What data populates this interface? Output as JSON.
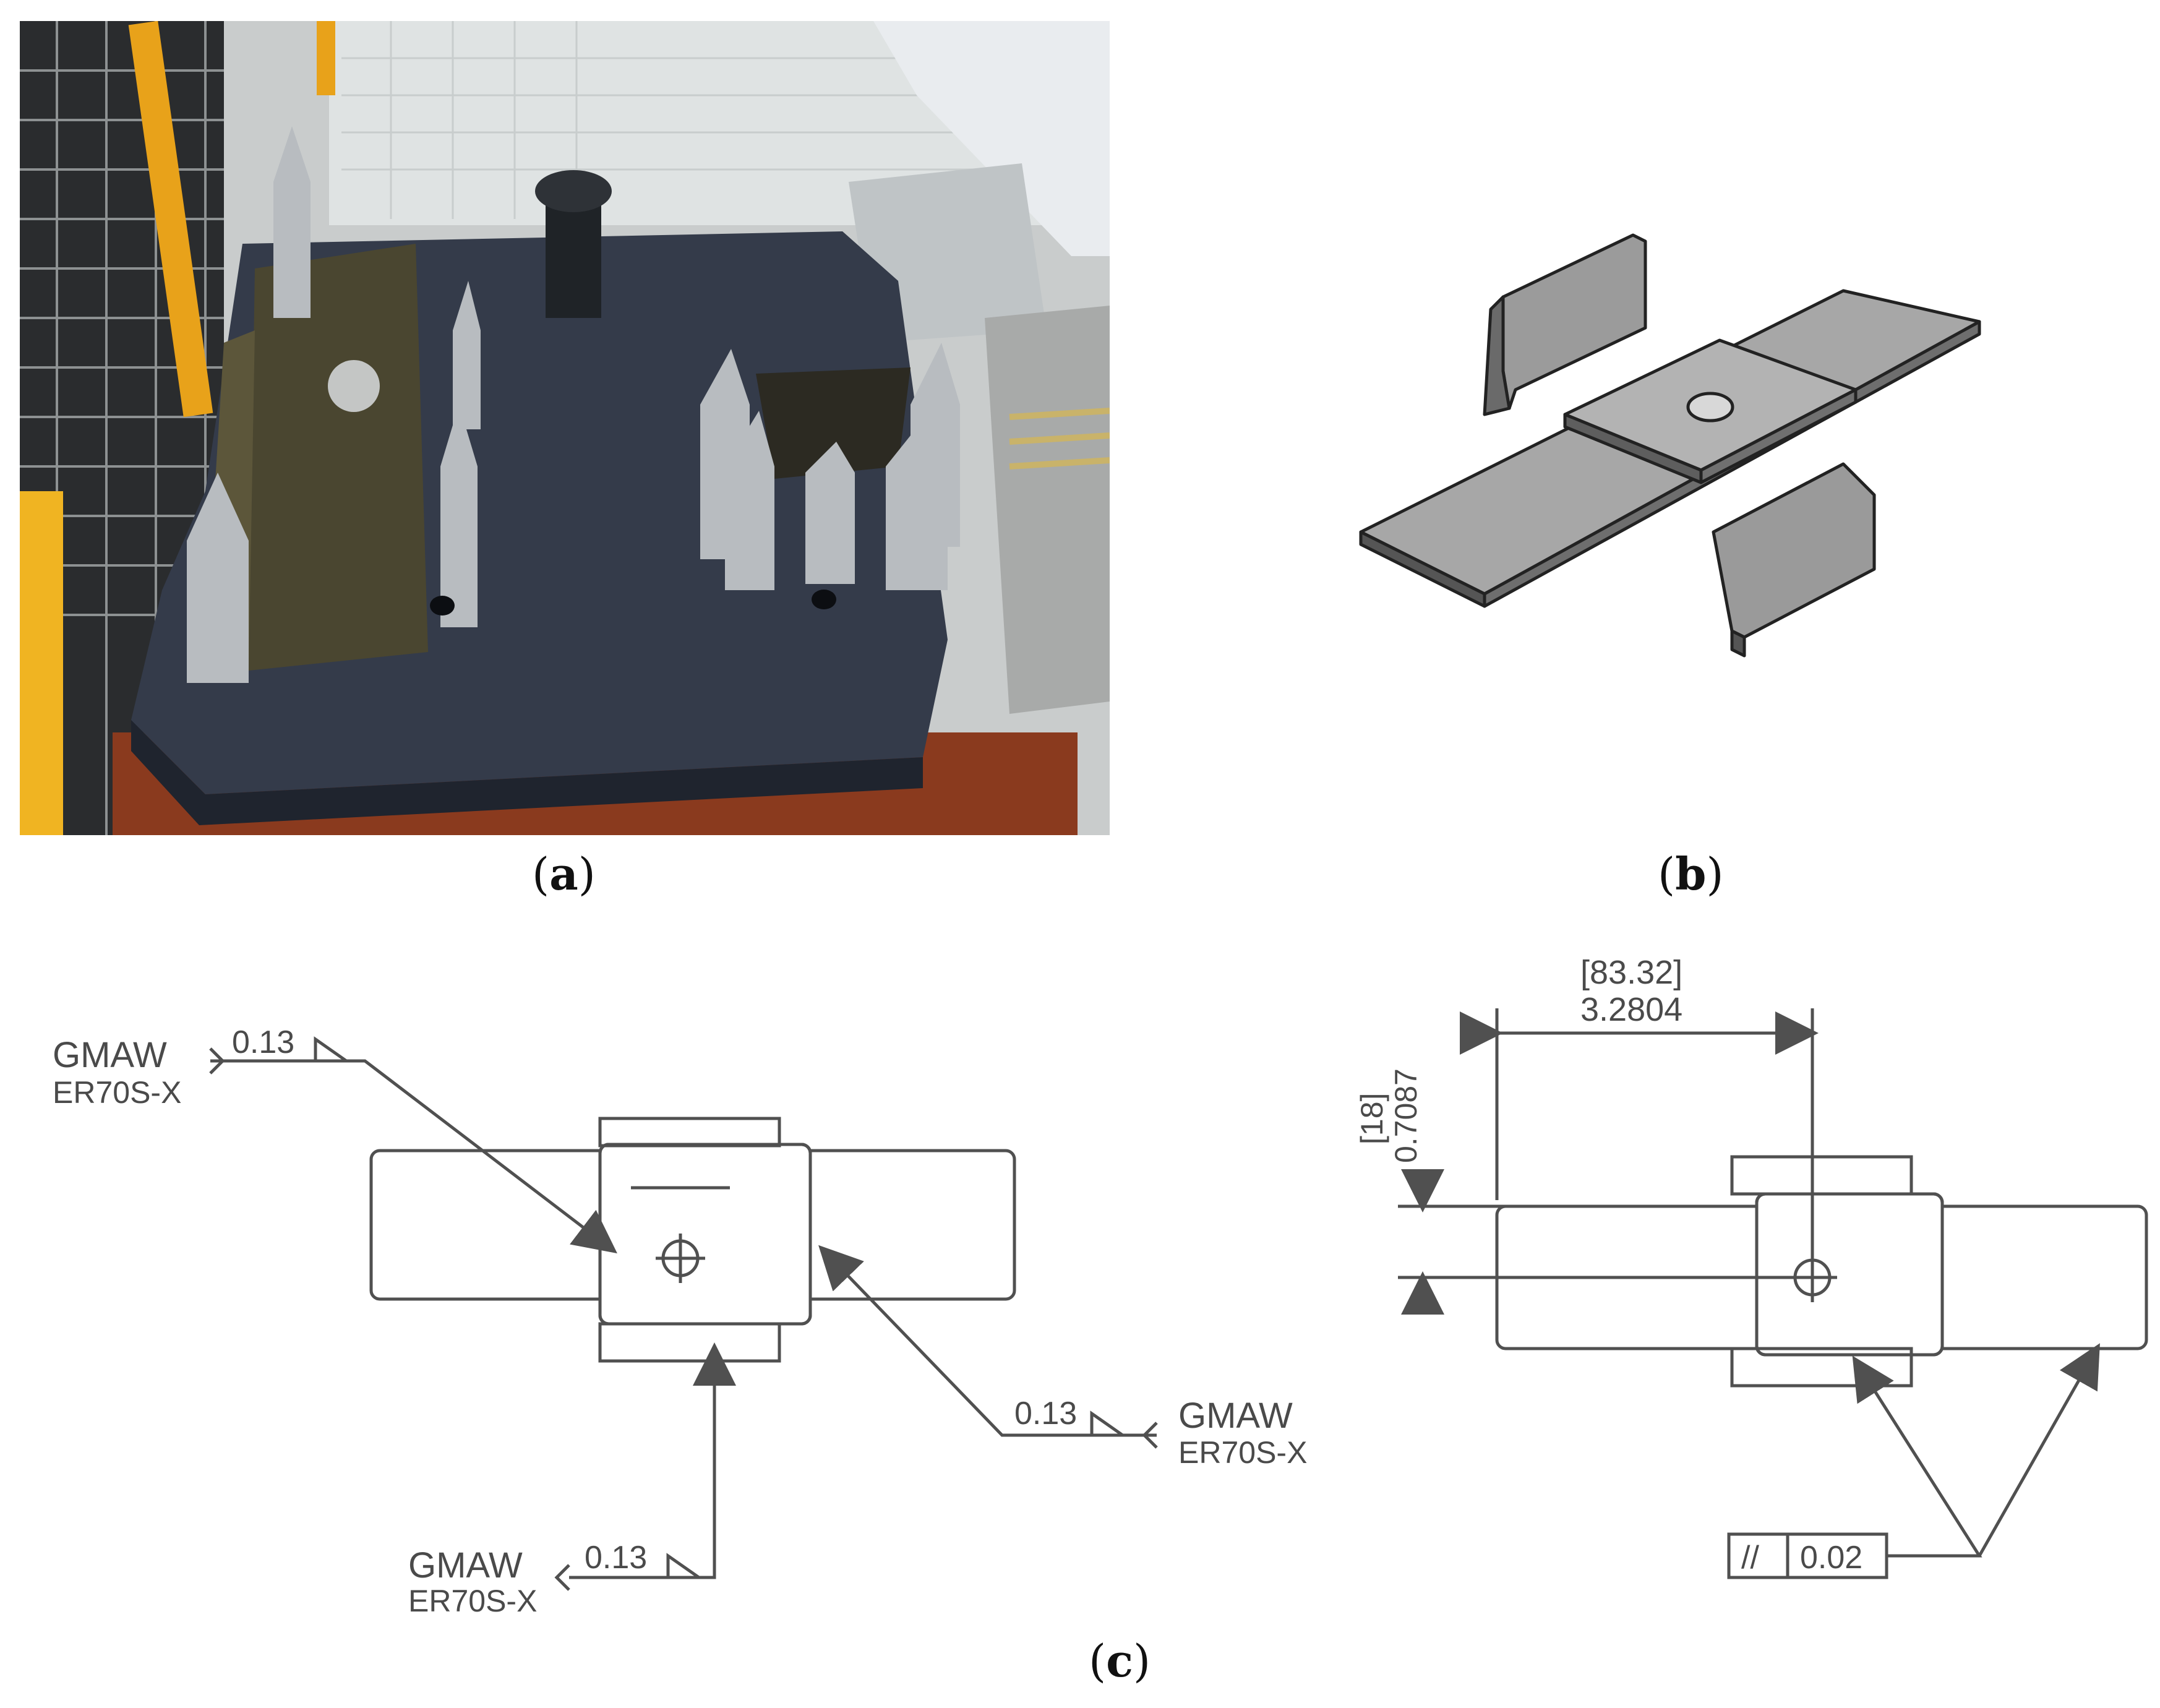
{
  "captions": {
    "a": "a",
    "b": "b",
    "c": "c"
  },
  "drawing": {
    "weld_1": {
      "process": "GMAW",
      "filler": "ER70S-X",
      "size": "0.13"
    },
    "weld_2": {
      "process": "GMAW",
      "filler": "ER70S-X",
      "size": "0.13"
    },
    "weld_3": {
      "process": "GMAW",
      "filler": "ER70S-X",
      "size": "0.13"
    },
    "dim_horizontal": {
      "mm": "[83.32]",
      "inch": "3.2804"
    },
    "dim_vertical": {
      "mm": "[18]",
      "inch": "0.7087"
    },
    "tolerance": {
      "symbol": "//",
      "value": "0.02"
    }
  },
  "colors": {
    "fixture_plate": "#343b4a",
    "pin_steel": "#b8bcc0",
    "part_render": "#a7a7a7",
    "drawing_line": "#505050",
    "floor_red": "#8a3a1e",
    "rail_yellow": "#e8a21a"
  }
}
